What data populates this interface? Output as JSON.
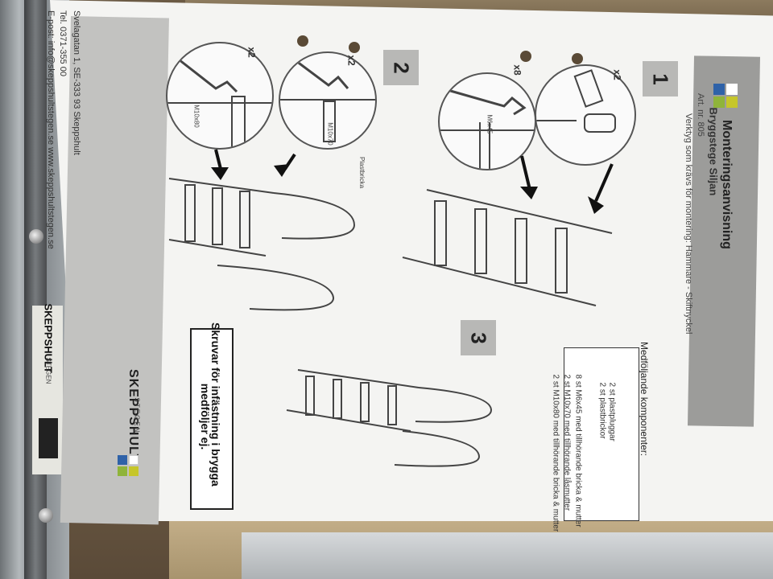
{
  "document": {
    "title": "Monteringsanvisning",
    "product": "Bryggstege Siljan",
    "article": "Art. nr. 805",
    "tools": "Verktyg som krävs för montering: Hammare - Skiftnyckel",
    "steps": [
      "1",
      "2",
      "3"
    ],
    "step_badges": [
      "x2",
      "x8",
      "x2",
      "x2"
    ],
    "labels": [
      "M6x45",
      "M10x70",
      "M10x80",
      "Plastbricka"
    ],
    "components_title": "Medföljande komponenter:",
    "components": [
      "2 st plastpluggar",
      "2 st plastbrickor",
      "8 st M6x45 med tillhörande bricka & mutter",
      "2 st M10x70 med tillhörande låsmutter",
      "2 st M10x80 med tillhörande bricka & mutter"
    ],
    "notice": [
      "Skruvar för infästning i brygga",
      "medföljer ej."
    ],
    "contact": [
      "Svelagatan 1, SE-333 93 Skeppshult",
      "Tel. 0371-355 00",
      "E-post: info@skeppshultstegen.se  www.skeppshultstegen.se"
    ],
    "brand": "SKEPPSHULT",
    "brand_sub": "STEGEN",
    "sticker_brand": "SKEPPSHULT",
    "sticker_sub": "STEGEN"
  },
  "colors": {
    "logo_blue": "#2f62a8",
    "logo_green": "#8fb43a",
    "logo_yellow": "#c6c62a",
    "logo_white": "#ffffff",
    "band_grey": "#c2c2c0"
  }
}
